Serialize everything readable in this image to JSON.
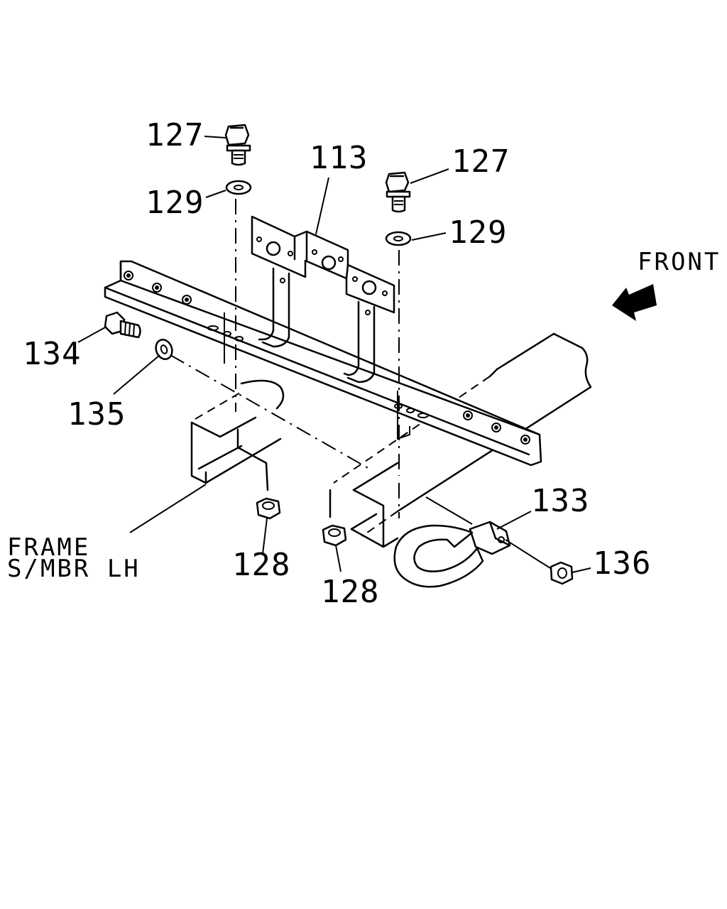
{
  "labels": {
    "part_113": "113",
    "part_127_left": "127",
    "part_127_right": "127",
    "part_129_left": "129",
    "part_129_right": "129",
    "part_134": "134",
    "part_135": "135",
    "part_128_left": "128",
    "part_128_right": "128",
    "part_133": "133",
    "part_136": "136",
    "front": "FRONT",
    "frame_line1": "FRAME",
    "frame_line2": "S/MBR LH"
  },
  "icons": {
    "front_arrow": "arrow-icon"
  }
}
